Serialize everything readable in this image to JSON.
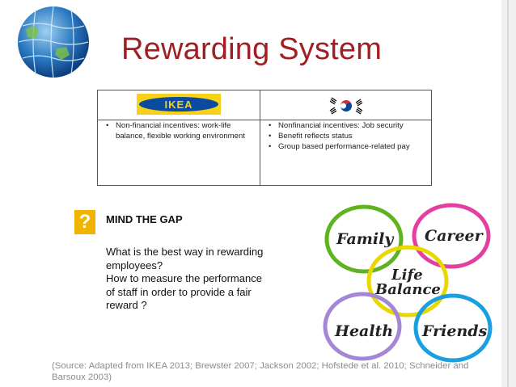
{
  "slide": {
    "title": "Rewarding System"
  },
  "table": {
    "ikea_logo_text": "IKEA",
    "col1_bullets": [
      "Non-financial incentives: work-life balance, flexible working environment"
    ],
    "col2_bullets": [
      "Nonfinancial incentives: Job security",
      "Benefit reflects status",
      "Group based performance-related pay"
    ]
  },
  "gap": {
    "icon": "?",
    "heading": "MIND THE GAP",
    "text": "What is the best way in rewarding\nemployees?\nHow to measure the performance\nof staff in order to provide a fair\nreward ?"
  },
  "life_balance": {
    "labels": {
      "family": "Family",
      "career": "Career",
      "center_top": "Life",
      "center_bottom": "Balance",
      "health": "Health",
      "friends": "Friends"
    },
    "colors": {
      "family": "#5fb31e",
      "career": "#e23fa0",
      "center": "#e8d800",
      "health": "#a486d6",
      "friends": "#1aa0e0"
    }
  },
  "source": {
    "text": "(Source: Adapted from  IKEA  2013; Brewster 2007; Jackson 2002; Hofstede et al. 2010; Schneider and Barsoux 2003)"
  },
  "colors": {
    "title": "#a01f22",
    "gap_icon": "#f0b400",
    "source_text": "#8c8c8c"
  }
}
